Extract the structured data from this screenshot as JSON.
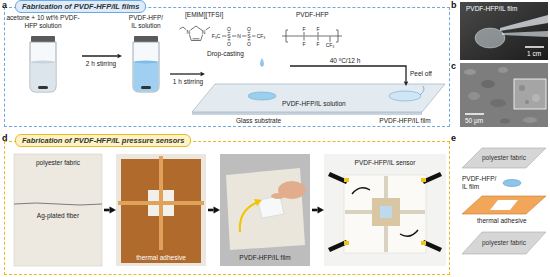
{
  "diagram": {
    "nodes": [
      {
        "text": [
          "Fabrication of PVDF-HFP/IL films"
        ]
      },
      {
        "text": [
          "acetone + 10 wt% PVDF-HFP solution"
        ],
        "in": 0
      },
      {
        "text": [
          "PVDF-HFP/ IL solution"
        ],
        "in": 0
      },
      {
        "text": [
          "Drop-casting"
        ],
        "in": 0
      },
      {
        "text": [
          "PVDF-HFP/IL film"
        ],
        "in": 0
      },
      {
        "text": [
          "Fabrication of PVDF-HFP/IL pressure sensors"
        ]
      },
      {
        "text": [
          "polyester fabric",
          "Ag-plated fiber"
        ],
        "in": 5
      },
      {
        "text": [
          "thermal adhesive"
        ],
        "in": 5
      },
      {
        "text": [
          "PVDF-HFP/IL film"
        ],
        "in": 5
      },
      {
        "text": [
          "PVDF-HFP/IL sensor"
        ],
        "in": 5
      }
    ],
    "edges": [
      {
        "from": 1,
        "to": 2,
        "label": "2 h stirring",
        "arrow": "to"
      },
      {
        "from": 2,
        "to": 3,
        "label": "1 h stirring",
        "arrow": "to"
      },
      {
        "from": 3,
        "to": 4,
        "label": "40 ºC/12 h",
        "arrow": "to"
      },
      {
        "from": 6,
        "to": 7,
        "arrow": "to"
      },
      {
        "from": 7,
        "to": 8,
        "arrow": "to"
      },
      {
        "from": 8,
        "to": 9,
        "arrow": "to"
      }
    ],
    "labels": [
      "a",
      "[EMIM][TFSI]",
      "PVDF-HFP",
      "N",
      "N",
      "F₃C",
      "S",
      "N",
      "S",
      "CF₃",
      "O",
      "O",
      "O",
      "O",
      "F",
      "F",
      "F",
      "F",
      "CF₃",
      "PVDF-HFP/IL solution",
      "Glass substrate",
      "Peel off",
      "b",
      "PVDF-HFP/IL film",
      "1 cm",
      "c",
      "50 μm",
      "d",
      "e",
      "polyester fabric",
      "PVDF-HFP/ IL film",
      "thermal adhesive",
      "polyester fabric"
    ]
  }
}
